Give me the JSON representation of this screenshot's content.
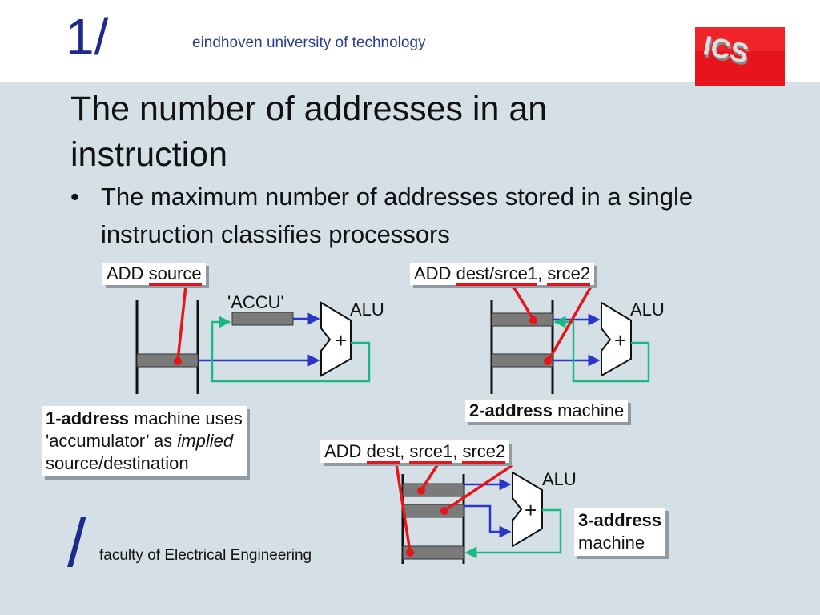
{
  "header": {
    "logo_mark": "1/",
    "university": "eindhoven university of technology",
    "ics_logo_text": "ICS"
  },
  "title": "The number of addresses in an instruction",
  "bullet": {
    "symbol": "•",
    "text": "The maximum number of addresses stored in a single instruction classifies processors"
  },
  "diagram": {
    "one_address": {
      "instruction": {
        "op": "ADD",
        "arg": "source"
      },
      "accu_label": "'ACCU'",
      "alu_label": "ALU",
      "op_symbol": "+",
      "caption": {
        "bold": "1-address",
        "line1_rest": " machine uses",
        "line2_start": "'accumulator’ as ",
        "line2_italic": "implied",
        "line3": "source/destination"
      }
    },
    "two_address": {
      "instruction": {
        "op": "ADD",
        "arg1": "dest/srce1",
        "sep": ", ",
        "arg2": "srce2"
      },
      "alu_label": "ALU",
      "op_symbol": "+",
      "caption": {
        "bold": "2-address",
        "rest": " machine"
      }
    },
    "three_address": {
      "instruction": {
        "op": "ADD",
        "arg1": "dest",
        "arg2": "srce1",
        "arg3": "srce2",
        "sep": ", "
      },
      "alu_label": "ALU",
      "op_symbol": "+",
      "caption": {
        "bold": "3-address",
        "line2": "machine"
      }
    }
  },
  "footer": {
    "slash": "/",
    "faculty": "faculty of Electrical Engineering"
  },
  "colors": {
    "brand_blue": "#1b2a8c",
    "background": "#d5e0e6",
    "pointer_red": "#e8141c",
    "data_blue": "#2b35c8",
    "feedback_green": "#19b884",
    "register_gray": "#7a7a7a",
    "logo_red": "#e8141c"
  }
}
